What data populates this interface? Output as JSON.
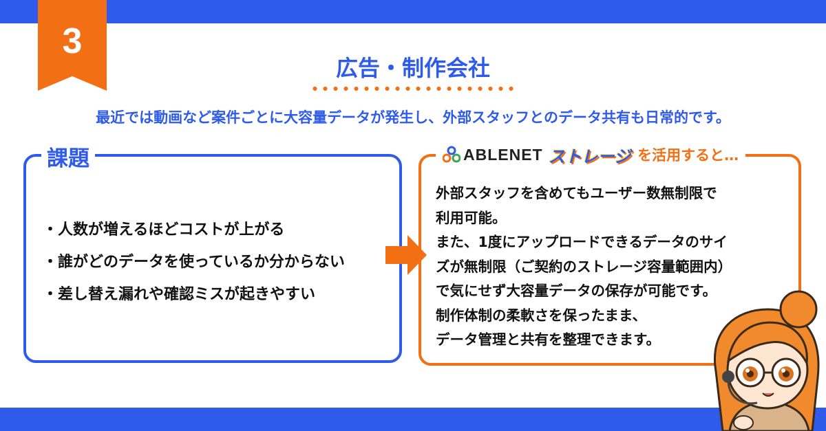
{
  "step_number": "3",
  "heading": "広告・制作会社",
  "intro": "最近では動画など案件ごとに大容量データが発生し、外部スタッフとのデータ共有も日常的です。",
  "issues": {
    "title": "課題",
    "items": [
      "・人数が増えるほどコストが上がる",
      "・誰がどのデータを使っているか分からない",
      "・差し替え漏れや確認ミスが起きやすい"
    ]
  },
  "solution": {
    "brand_name": "ABLENET",
    "product_name": "ストレージ",
    "title_suffix": "を活用すると…",
    "lines": [
      "外部スタッフを含めてもユーザー数無制限で",
      "利用可能。",
      "また、1度にアップロードできるデータのサイ",
      "ズが無制限（ご契約のストレージ容量範囲内）",
      "で気にせず大容量データの保存が可能です。",
      "制作体制の柔軟さを保ったまま、",
      "データ管理と共有を整理できます。"
    ]
  },
  "colors": {
    "primary_blue": "#2f5bea",
    "accent_orange": "#f26f14"
  },
  "icons": {
    "arrow": "arrow-right-icon",
    "logo": "ablenet-logo-icon",
    "mascot": "mascot-illustration"
  }
}
